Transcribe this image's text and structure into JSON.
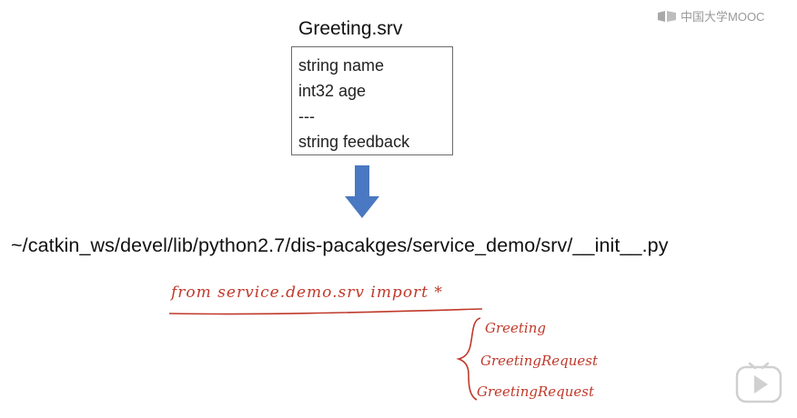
{
  "watermark": {
    "text": "中国大学MOOC"
  },
  "srv": {
    "title": "Greeting.srv",
    "lines": [
      "string name",
      "int32 age",
      "---",
      "string feedback"
    ]
  },
  "output_path": "~/catkin_ws/devel/lib/python2.7/dis-pacakges/service_demo/srv/__init__.py",
  "handwriting": {
    "import_line": "from service.demo.srv import *",
    "items": [
      "Greeting",
      "GreetingRequest",
      "GreetingRequest"
    ]
  },
  "colors": {
    "arrow": "#4a78c2",
    "ink": "#c0392b",
    "box_border": "#6b6b6b"
  },
  "icons": {
    "watermark": "mooc-logo-icon",
    "player": "play-button-icon"
  }
}
